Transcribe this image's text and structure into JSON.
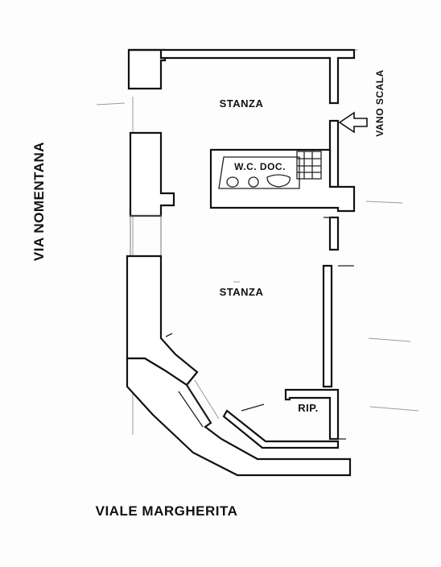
{
  "labels": {
    "room_top": "STANZA",
    "room_main": "STANZA",
    "wc": "W.C. DOC.",
    "storage": "RIP.",
    "stairs": "VANO SCALA",
    "street_left": "VIA NOMENTANA",
    "street_bottom": "VIALE MARGHERITA"
  }
}
